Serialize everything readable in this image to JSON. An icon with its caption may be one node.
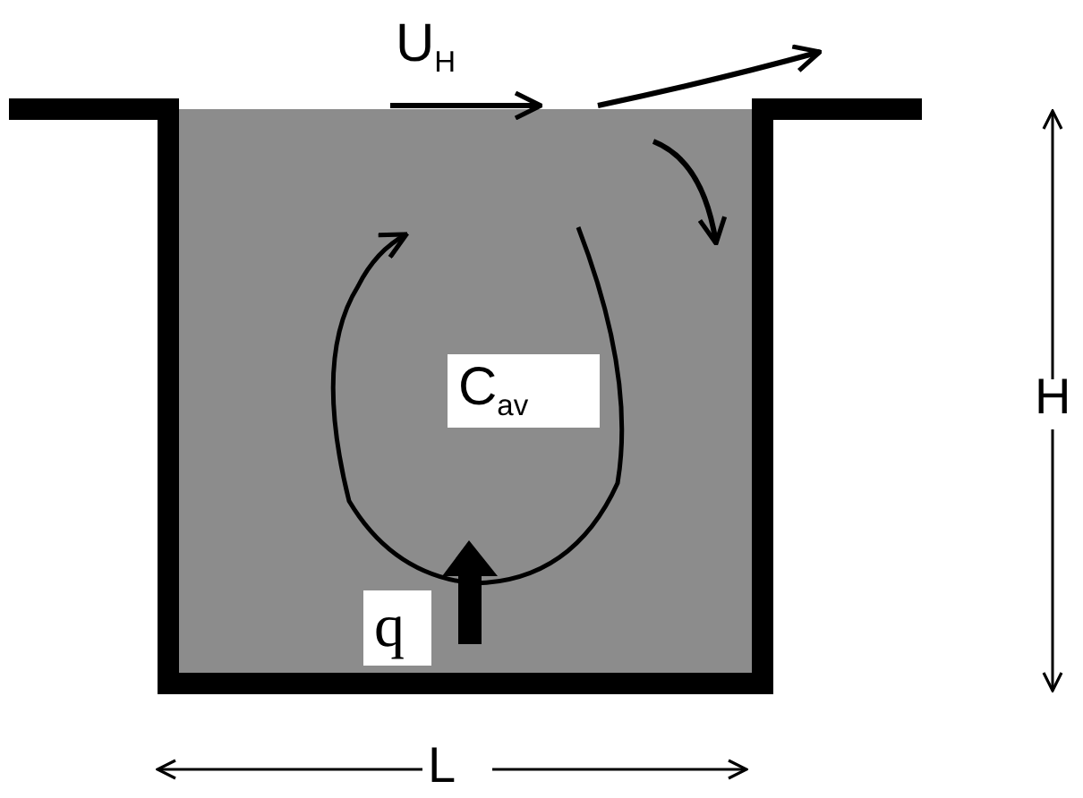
{
  "diagram": {
    "labels": [
      "U$_{H}$",
      "C$_{av}$",
      "q",
      "H",
      "L"
    ]
  }
}
